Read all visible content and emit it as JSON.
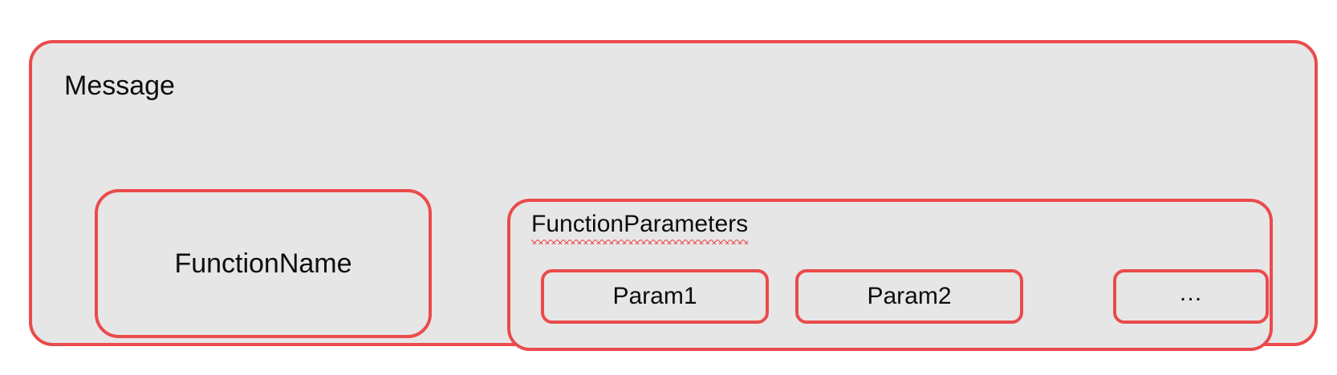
{
  "diagram": {
    "title": "Message",
    "colors": {
      "border": "#ea4b4c",
      "fill": "#e6e6e6",
      "text": "#0d0d0d",
      "spellcheck": "#ea4b4c",
      "page_background": "#ffffff"
    },
    "message": {
      "label": "Message",
      "function_name": {
        "label": "FunctionName"
      },
      "function_parameters": {
        "label": "FunctionParameters",
        "spellcheck_flagged": true,
        "params": [
          {
            "label": "Param1"
          },
          {
            "label": "Param2"
          },
          {
            "label": "…"
          }
        ]
      }
    }
  }
}
